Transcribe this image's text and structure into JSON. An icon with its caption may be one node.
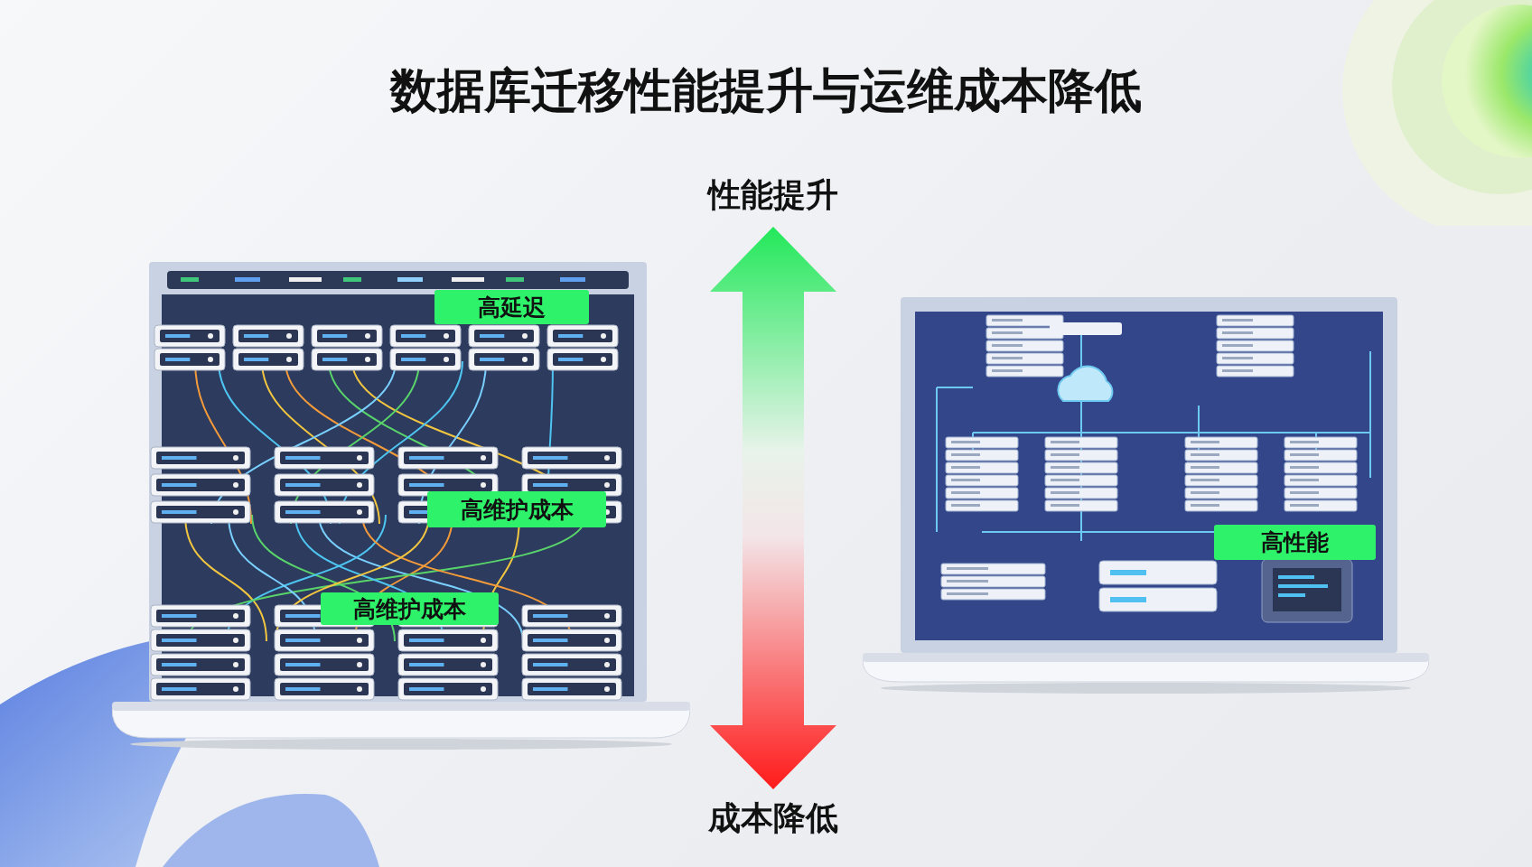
{
  "diagram": {
    "title": "数据库迁移性能提升与运维成本降低",
    "nodes": [
      {
        "text": [],
        "shape": "picture"
      },
      {
        "text": [
          "高延迟"
        ],
        "in": 0
      },
      {
        "text": [
          "高维护成本"
        ],
        "in": 0
      },
      {
        "text": [
          "高维护成本"
        ],
        "in": 0
      },
      {
        "text": [],
        "shape": "picture"
      },
      {
        "text": [
          "高性能"
        ],
        "in": 4
      }
    ],
    "labels": [
      "性能提升",
      "成本降低"
    ]
  }
}
